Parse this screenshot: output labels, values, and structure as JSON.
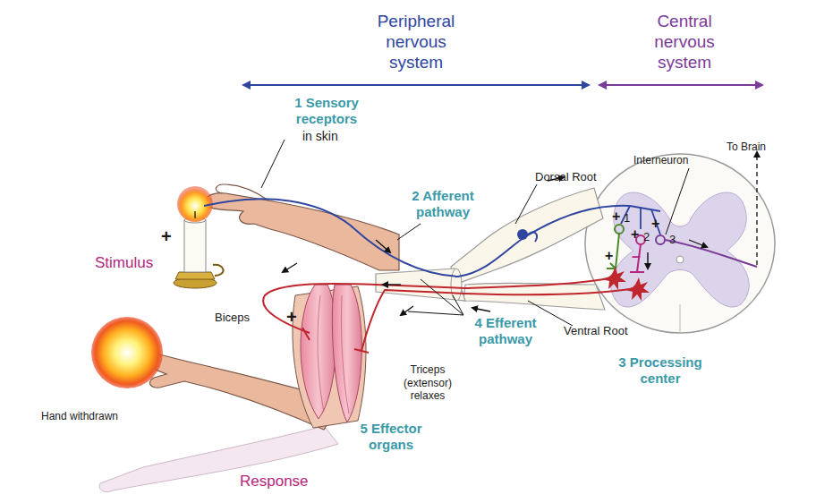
{
  "diagram": {
    "labels": [
      "Peripheral nervous system",
      "Central nervous system",
      "1 Sensory receptors",
      "in skin",
      "To Brain",
      "Interneuron",
      "Dorsal Root",
      "2 Afferent pathway",
      "+",
      "1",
      "+",
      "2",
      "+",
      "3",
      "+",
      "+",
      "–",
      "Stimulus",
      "+",
      "Biceps",
      "4 Efferent pathway",
      "Ventral Root",
      "3 Processing center",
      "Triceps (extensor) relaxes",
      "5 Effector organs",
      "Hand withdrawn",
      "Response"
    ]
  }
}
